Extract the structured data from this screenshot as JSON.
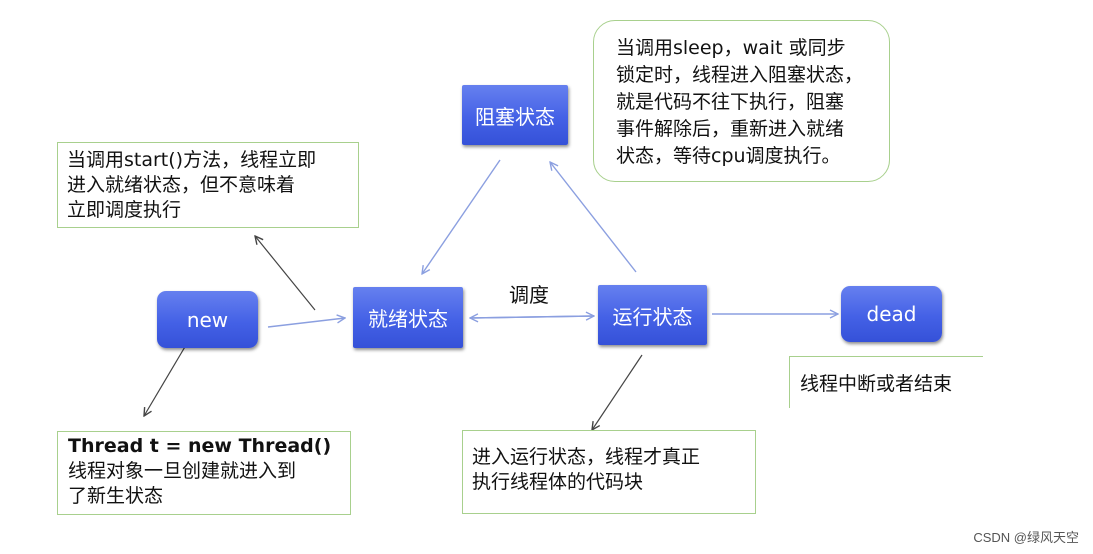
{
  "states": {
    "new": "new",
    "ready": "就绪状态",
    "running": "运行状态",
    "blocked": "阻塞状态",
    "dead": "dead"
  },
  "edge_label": "调度",
  "notes": {
    "start": [
      "当调用start()方法，线程立即",
      "进入就绪状态，但不意味着",
      "立即调度执行"
    ],
    "thread_code": "Thread t = new Thread()",
    "thread": [
      "线程对象一旦创建就进入到",
      "了新生状态"
    ],
    "running": [
      "进入运行状态，线程才真正",
      "执行线程体的代码块"
    ],
    "blocked": [
      "当调用sleep，wait 或同步",
      "锁定时，线程进入阻塞状态，",
      "就是代码不往下执行，阻塞",
      "事件解除后，重新进入就绪",
      "状态，等待cpu调度执行。"
    ],
    "dead": "线程中断或者结束"
  },
  "watermark": "CSDN @绿风天空",
  "colors": {
    "state_fill": "#4461e6",
    "state_text": "#ffffff",
    "note_border": "#a8d08d",
    "arrow": "#8b9fe0",
    "pointer_arrow": "#444444"
  }
}
